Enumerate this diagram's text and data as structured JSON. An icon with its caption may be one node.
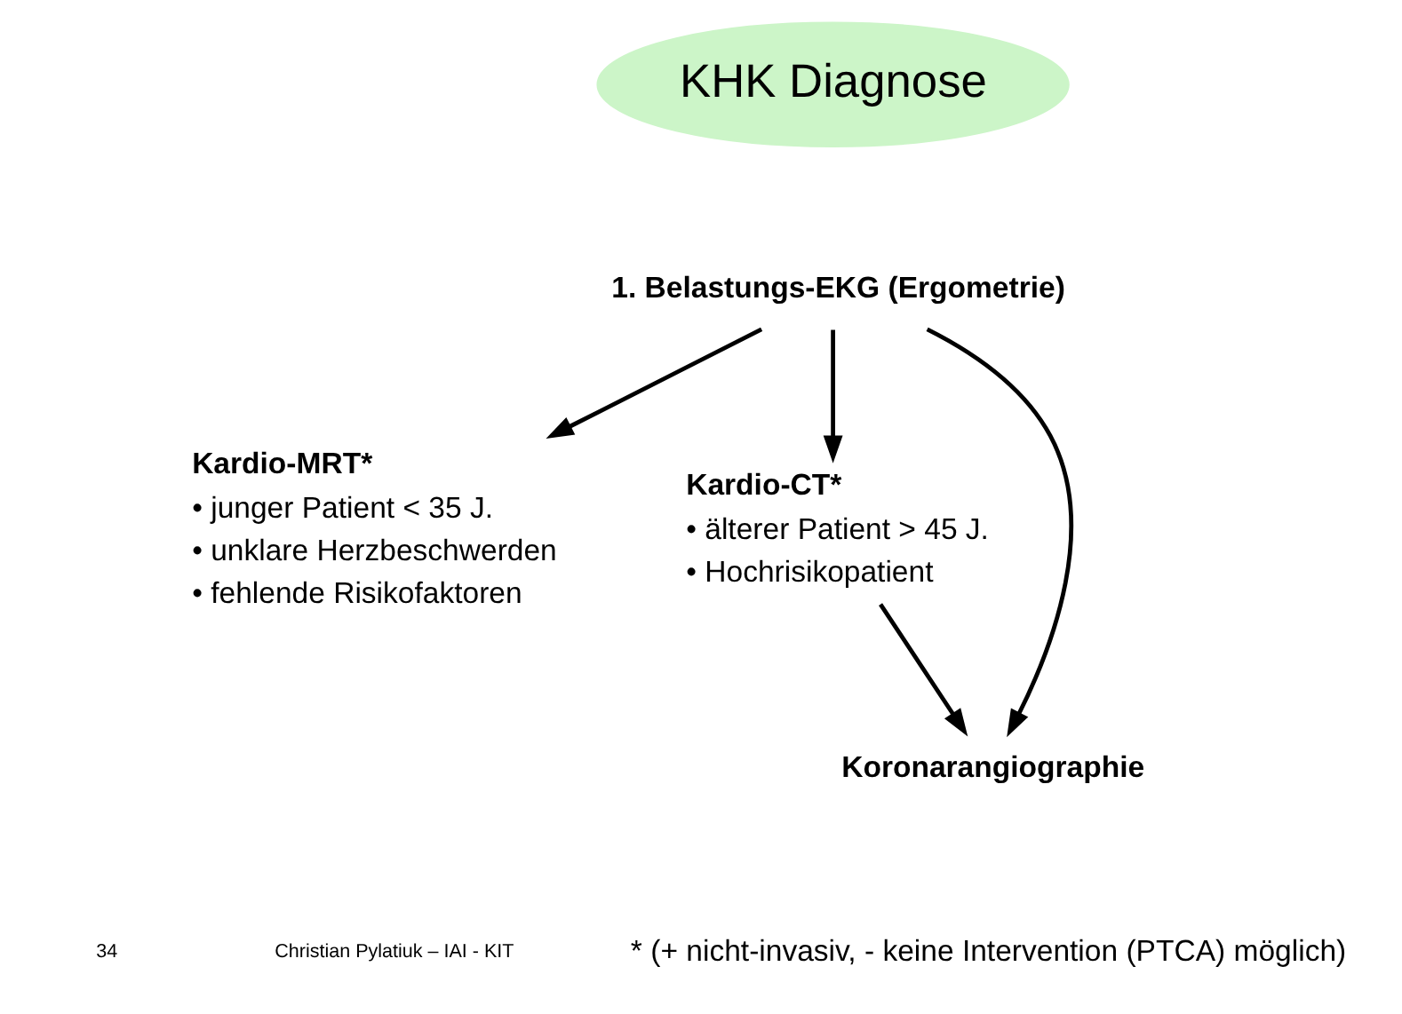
{
  "diagram": {
    "nodes": [
      {
        "text": [
          "KHK Diagnose"
        ]
      },
      {
        "text": [
          "1. Belastungs-EKG (Ergometrie)"
        ]
      },
      {
        "text": [
          "Kardio-MRT*",
          "• junger Patient < 35 J.",
          "• unklare Herzbeschwerden",
          "• fehlende Risikofaktoren"
        ]
      },
      {
        "text": [
          "Kardio-CT*",
          "• älterer Patient > 45 J.",
          "• Hochrisikopatient"
        ]
      },
      {
        "text": [
          "Koronarangiographie"
        ]
      }
    ],
    "edges": [
      {
        "from": 1,
        "to": 2,
        "arrow": "to"
      },
      {
        "from": 1,
        "to": 4,
        "arrow": "to"
      },
      {
        "from": 1,
        "to": 3,
        "arrow": "to"
      },
      {
        "from": 3,
        "to": 4,
        "arrow": "to"
      }
    ],
    "labels": [
      "34",
      "Christian Pylatiuk – IAI - KIT",
      "* (+ nicht-invasiv, - keine Intervention (PTCA) möglich)"
    ]
  }
}
